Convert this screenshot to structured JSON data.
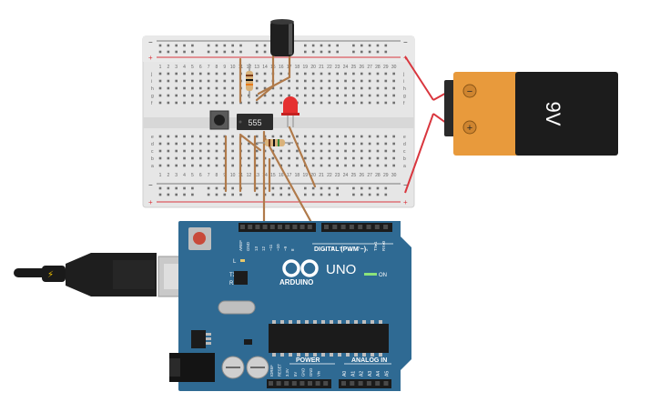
{
  "breadboard": {
    "col_numbers": [
      "1",
      "2",
      "3",
      "4",
      "5",
      "6",
      "7",
      "8",
      "9",
      "10",
      "11",
      "12",
      "13",
      "14",
      "15",
      "16",
      "17",
      "18",
      "19",
      "20",
      "21",
      "22",
      "23",
      "24",
      "25",
      "26",
      "27",
      "28",
      "29",
      "30"
    ],
    "row_letters_top": [
      "j",
      "i",
      "h",
      "g",
      "f"
    ],
    "row_letters_bottom": [
      "e",
      "d",
      "c",
      "b",
      "a"
    ],
    "rail_minus": "−",
    "rail_plus": "+"
  },
  "ic": {
    "label": "555"
  },
  "battery": {
    "label": "9V",
    "minus": "−",
    "plus": "+"
  },
  "arduino": {
    "logo_text": "ARDUINO",
    "model": "UNO",
    "digital_label": "DIGITAL (PWM ~)",
    "power_label": "POWER",
    "analog_label": "ANALOG IN",
    "on_label": "ON",
    "led_l": "L",
    "led_tx": "TX",
    "led_rx": "RX",
    "digital_pins": [
      "AREF",
      "GND",
      "13",
      "12",
      "~11",
      "~10",
      "~9",
      "8",
      "7",
      "~6",
      "~5",
      "4",
      "~3",
      "2",
      "TX▸1",
      "RX◂0"
    ],
    "power_pins": [
      "IOREF",
      "RESET",
      "3.3V",
      "5V",
      "GND",
      "GND",
      "Vin"
    ],
    "analog_pins": [
      "A0",
      "A1",
      "A2",
      "A3",
      "A4",
      "A5"
    ]
  },
  "colors": {
    "board_blue": "#2f6a93",
    "wire_brown": "#b07a4a",
    "battery_orange": "#e89a3c",
    "battery_black": "#1c1c1c",
    "breadboard": "#e8e8e8",
    "rail_red": "#d9363e",
    "led_red": "#e53030"
  }
}
